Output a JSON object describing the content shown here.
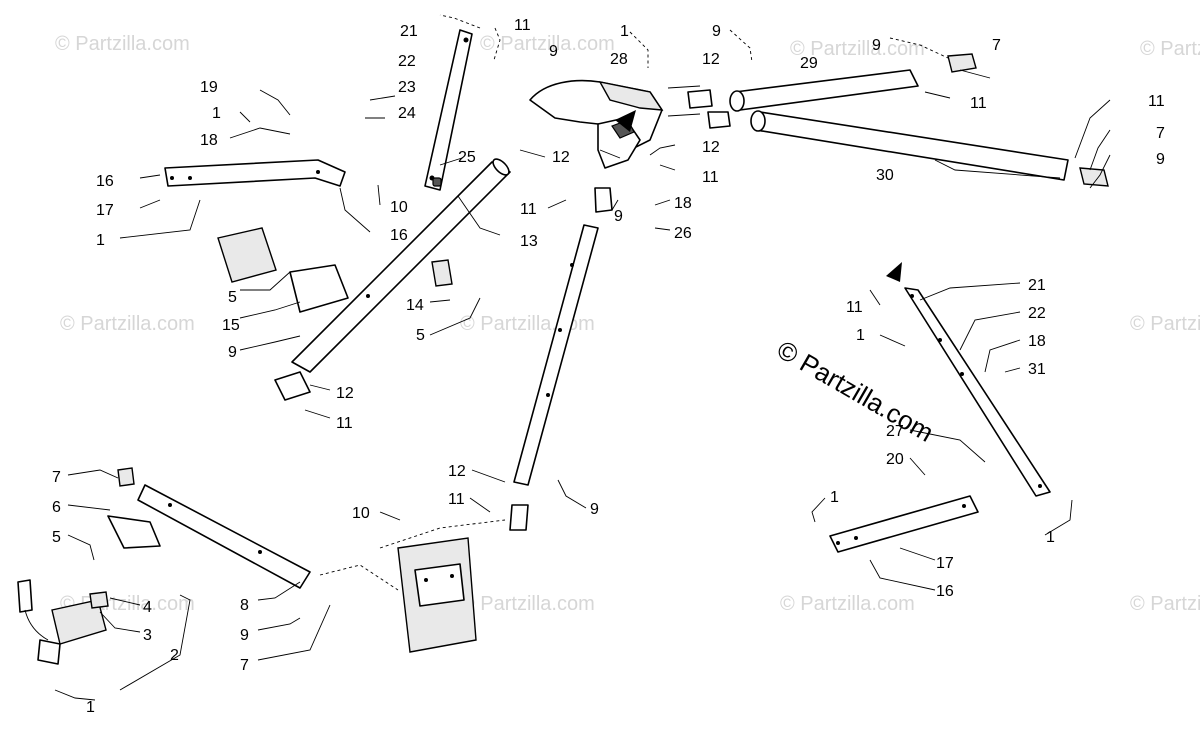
{
  "watermark": "© Partzilla.com",
  "brand_mark": "© Partzilla.com",
  "callouts": [
    {
      "label": "21"
    },
    {
      "label": "11"
    },
    {
      "label": "1"
    },
    {
      "label": "9"
    },
    {
      "label": "22"
    },
    {
      "label": "9"
    },
    {
      "label": "28"
    },
    {
      "label": "9"
    },
    {
      "label": "7"
    },
    {
      "label": "12"
    },
    {
      "label": "29"
    },
    {
      "label": "19"
    },
    {
      "label": "23"
    },
    {
      "label": "11"
    },
    {
      "label": "1"
    },
    {
      "label": "24"
    },
    {
      "label": "11"
    },
    {
      "label": "18"
    },
    {
      "label": "12"
    },
    {
      "label": "7"
    },
    {
      "label": "16"
    },
    {
      "label": "25"
    },
    {
      "label": "12"
    },
    {
      "label": "9"
    },
    {
      "label": "30"
    },
    {
      "label": "17"
    },
    {
      "label": "10"
    },
    {
      "label": "11"
    },
    {
      "label": "1"
    },
    {
      "label": "16"
    },
    {
      "label": "11"
    },
    {
      "label": "9"
    },
    {
      "label": "18"
    },
    {
      "label": "13"
    },
    {
      "label": "26"
    },
    {
      "label": "21"
    },
    {
      "label": "5"
    },
    {
      "label": "14"
    },
    {
      "label": "11"
    },
    {
      "label": "22"
    },
    {
      "label": "15"
    },
    {
      "label": "5"
    },
    {
      "label": "1"
    },
    {
      "label": "18"
    },
    {
      "label": "9"
    },
    {
      "label": "31"
    },
    {
      "label": "12"
    },
    {
      "label": "11"
    },
    {
      "label": "27"
    },
    {
      "label": "20"
    },
    {
      "label": "7"
    },
    {
      "label": "12"
    },
    {
      "label": "1"
    },
    {
      "label": "11"
    },
    {
      "label": "9"
    },
    {
      "label": "6"
    },
    {
      "label": "10"
    },
    {
      "label": "1"
    },
    {
      "label": "5"
    },
    {
      "label": "17"
    },
    {
      "label": "16"
    },
    {
      "label": "4"
    },
    {
      "label": "8"
    },
    {
      "label": "3"
    },
    {
      "label": "9"
    },
    {
      "label": "2"
    },
    {
      "label": "7"
    },
    {
      "label": "1"
    }
  ]
}
